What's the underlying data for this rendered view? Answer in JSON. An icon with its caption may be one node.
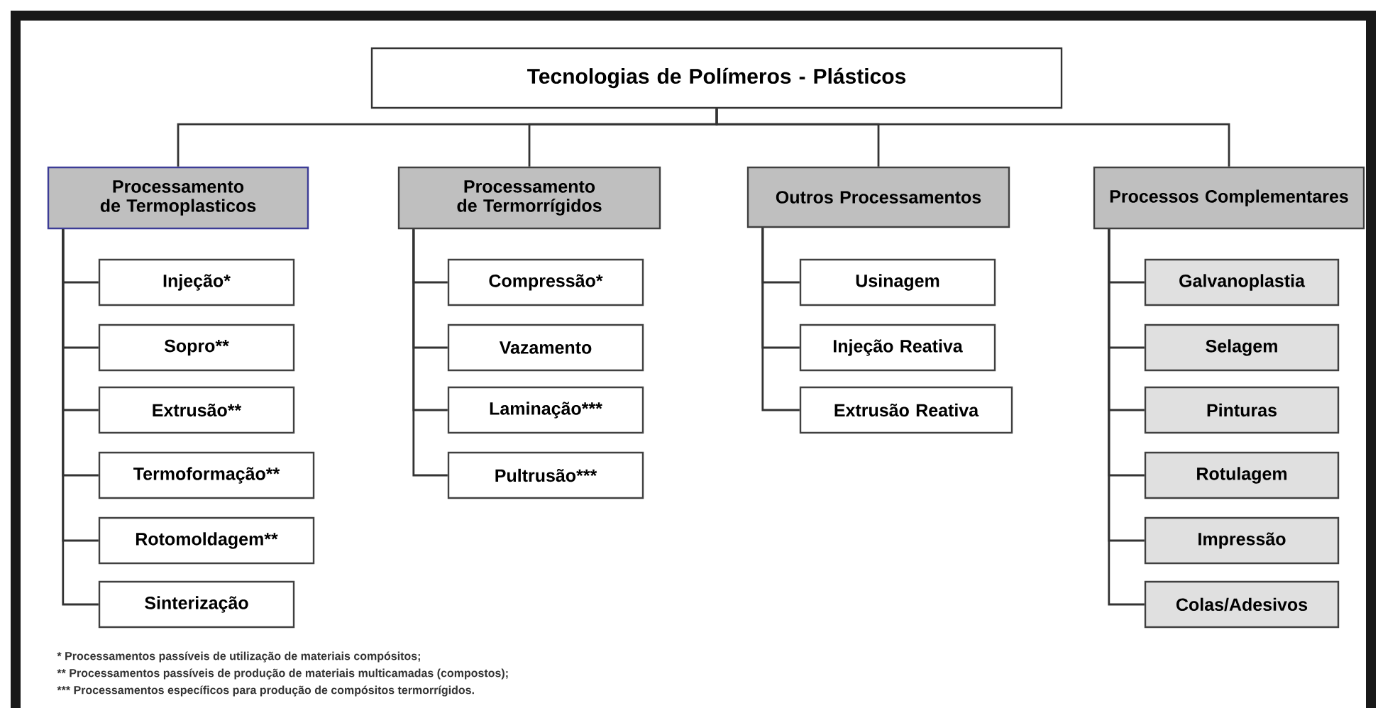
{
  "diagram": {
    "nodes": [
      {
        "text": [
          "Tecnologias de Polímeros - Plásticos"
        ]
      },
      {
        "text": [
          "Processamento de Termoplasticos"
        ]
      },
      {
        "text": [
          "Processamento de Termorrígidos"
        ]
      },
      {
        "text": [
          "Outros Processamentos"
        ]
      },
      {
        "text": [
          "Processos Complementares"
        ]
      },
      {
        "text": [
          "Injeção*"
        ]
      },
      {
        "text": [
          "Sopro**"
        ]
      },
      {
        "text": [
          "Extrusão**"
        ]
      },
      {
        "text": [
          "Termoformação**"
        ]
      },
      {
        "text": [
          "Rotomoldagem**"
        ]
      },
      {
        "text": [
          "Sinterização"
        ]
      },
      {
        "text": [
          "Compressão*"
        ]
      },
      {
        "text": [
          "Vazamento"
        ]
      },
      {
        "text": [
          "Laminação***"
        ]
      },
      {
        "text": [
          "Pultrusão***"
        ]
      },
      {
        "text": [
          "Usinagem"
        ]
      },
      {
        "text": [
          "Injeção Reativa"
        ]
      },
      {
        "text": [
          "Extrusão Reativa"
        ]
      },
      {
        "text": [
          "Galvanoplastia"
        ]
      },
      {
        "text": [
          "Selagem"
        ]
      },
      {
        "text": [
          "Pinturas"
        ]
      },
      {
        "text": [
          "Rotulagem"
        ]
      },
      {
        "text": [
          "Impressão"
        ]
      },
      {
        "text": [
          "Colas/Adesivos"
        ]
      }
    ],
    "edges": [
      {
        "from": 0,
        "to": 1,
        "arrow": "none"
      },
      {
        "from": 0,
        "to": 2,
        "arrow": "none"
      },
      {
        "from": 0,
        "to": 3,
        "arrow": "none"
      },
      {
        "from": 0,
        "to": 4,
        "arrow": "none"
      },
      {
        "from": 1,
        "to": 5,
        "arrow": "none"
      },
      {
        "from": 1,
        "to": 6,
        "arrow": "none"
      },
      {
        "from": 1,
        "to": 7,
        "arrow": "none"
      },
      {
        "from": 1,
        "to": 8,
        "arrow": "none"
      },
      {
        "from": 1,
        "to": 9,
        "arrow": "none"
      },
      {
        "from": 1,
        "to": 10,
        "arrow": "none"
      },
      {
        "from": 2,
        "to": 11,
        "arrow": "none"
      },
      {
        "from": 2,
        "to": 12,
        "arrow": "none"
      },
      {
        "from": 2,
        "to": 13,
        "arrow": "none"
      },
      {
        "from": 2,
        "to": 14,
        "arrow": "none"
      },
      {
        "from": 3,
        "to": 15,
        "arrow": "none"
      },
      {
        "from": 3,
        "to": 16,
        "arrow": "none"
      },
      {
        "from": 3,
        "to": 17,
        "arrow": "none"
      },
      {
        "from": 4,
        "to": 18,
        "arrow": "none"
      },
      {
        "from": 4,
        "to": 19,
        "arrow": "none"
      },
      {
        "from": 4,
        "to": 20,
        "arrow": "none"
      },
      {
        "from": 4,
        "to": 21,
        "arrow": "none"
      },
      {
        "from": 4,
        "to": 22,
        "arrow": "none"
      },
      {
        "from": 4,
        "to": 23,
        "arrow": "none"
      }
    ],
    "labels": [
      "* Processamentos passíveis de utilização de materiais compósitos;",
      "** Processamentos passíveis de produção de materiais multicamadas (compostos);",
      "*** Processamentos específicos para produção de compósitos termorrígidos."
    ]
  }
}
